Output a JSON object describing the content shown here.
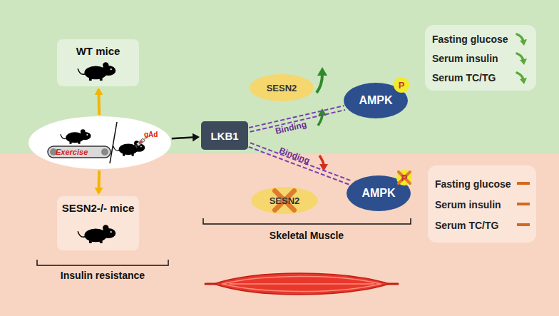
{
  "diagram": {
    "nodes": [
      {
        "text": [
          "WT mice"
        ]
      },
      {
        "text": [
          "Exercise",
          "gAd"
        ]
      },
      {
        "text": [
          "SESN2-/- mice"
        ]
      },
      {
        "text": [
          "LKB1"
        ]
      },
      {
        "text": [
          "SESN2"
        ]
      },
      {
        "text": [
          "AMPK"
        ]
      },
      {
        "text": [
          "P"
        ],
        "in": 5
      },
      {
        "text": [
          "SESN2"
        ]
      },
      {
        "text": [
          "AMPK"
        ]
      },
      {
        "text": [
          "P"
        ],
        "in": 8
      },
      {
        "text": [
          "Fasting glucose",
          "Serum insulin",
          "Serum TC/TG"
        ]
      },
      {
        "text": [
          "Fasting glucose",
          "Serum insulin",
          "Serum TC/TG"
        ]
      }
    ],
    "edges": [
      {
        "from": 1,
        "to": 0,
        "arrow": "to"
      },
      {
        "from": 1,
        "to": 2,
        "arrow": "to"
      },
      {
        "from": 1,
        "to": 3,
        "arrow": "to"
      },
      {
        "from": 3,
        "to": 5,
        "arrow": "none",
        "label": "Binding"
      },
      {
        "from": 3,
        "to": 8,
        "arrow": "none",
        "label": "Binding"
      }
    ],
    "labels": [
      "Insulin resistance",
      "Skeletal Muscle"
    ]
  }
}
